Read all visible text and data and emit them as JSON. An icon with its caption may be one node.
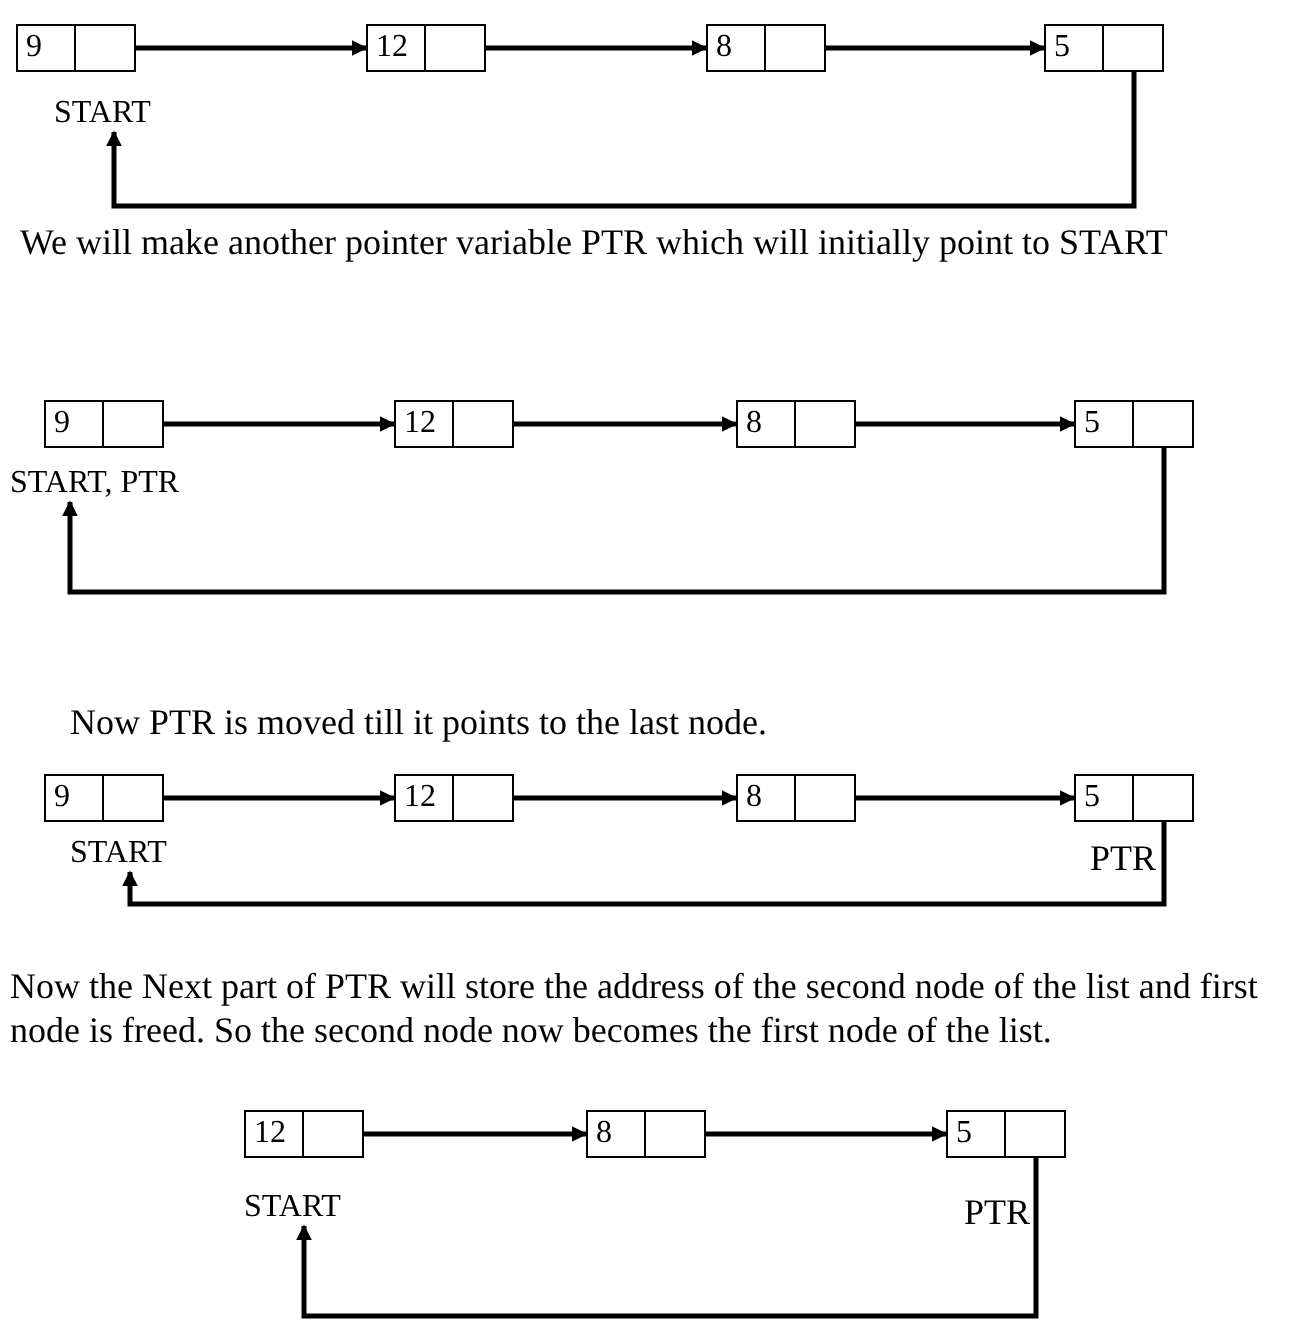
{
  "diagram": {
    "nodes": [
      {
        "text": [
          "9"
        ]
      },
      {
        "text": [
          "12"
        ]
      },
      {
        "text": [
          "8"
        ]
      },
      {
        "text": [
          "5"
        ]
      },
      {
        "text": [
          "START"
        ]
      },
      {
        "text": [
          "9"
        ]
      },
      {
        "text": [
          "12"
        ]
      },
      {
        "text": [
          "8"
        ]
      },
      {
        "text": [
          "5"
        ]
      },
      {
        "text": [
          "START, PTR"
        ]
      },
      {
        "text": [
          "9"
        ]
      },
      {
        "text": [
          "12"
        ]
      },
      {
        "text": [
          "8"
        ]
      },
      {
        "text": [
          "5"
        ]
      },
      {
        "text": [
          "START"
        ]
      },
      {
        "text": [
          "12"
        ]
      },
      {
        "text": [
          "8"
        ]
      },
      {
        "text": [
          "5"
        ]
      },
      {
        "text": [
          "START"
        ]
      }
    ],
    "edges": [
      {
        "from": 0,
        "to": 1,
        "arrow": "to"
      },
      {
        "from": 1,
        "to": 2,
        "arrow": "to"
      },
      {
        "from": 2,
        "to": 3,
        "arrow": "to"
      },
      {
        "from": 3,
        "to": 4,
        "arrow": "to"
      },
      {
        "from": 5,
        "to": 6,
        "arrow": "to"
      },
      {
        "from": 6,
        "to": 7,
        "arrow": "to"
      },
      {
        "from": 7,
        "to": 8,
        "arrow": "to"
      },
      {
        "from": 8,
        "to": 9,
        "arrow": "to"
      },
      {
        "from": 10,
        "to": 11,
        "arrow": "to"
      },
      {
        "from": 11,
        "to": 12,
        "arrow": "to"
      },
      {
        "from": 12,
        "to": 13,
        "arrow": "to"
      },
      {
        "from": 13,
        "to": 14,
        "arrow": "to"
      },
      {
        "from": 15,
        "to": 16,
        "arrow": "to"
      },
      {
        "from": 16,
        "to": 17,
        "arrow": "to"
      },
      {
        "from": 17,
        "to": 18,
        "arrow": "to"
      }
    ],
    "labels": [
      "We will make another pointer variable PTR which will initially point to START",
      "Now PTR is moved till it points to the last node.",
      "PTR",
      "Now the Next part of PTR will store the address of the second node of the list and first node is freed. So the second node now becomes the first node of the list.",
      "PTR"
    ]
  }
}
